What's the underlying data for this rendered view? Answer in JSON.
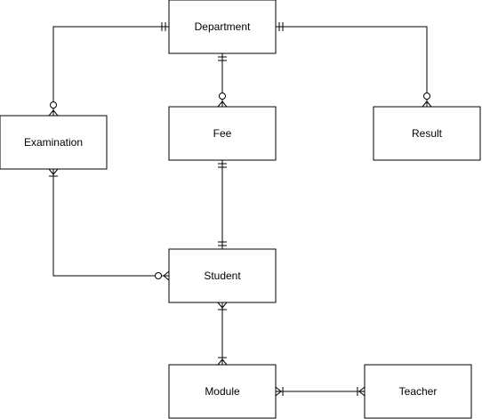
{
  "diagram": {
    "entities": {
      "department": "Department",
      "fee": "Fee",
      "result": "Result",
      "examination": "Examination",
      "student": "Student",
      "module": "Module",
      "teacher": "Teacher"
    },
    "relationships": [
      {
        "from": "Department",
        "to": "Examination",
        "from_cardinality": "one-and-only-one",
        "to_cardinality": "zero-or-many"
      },
      {
        "from": "Department",
        "to": "Fee",
        "from_cardinality": "one-and-only-one",
        "to_cardinality": "zero-or-many"
      },
      {
        "from": "Department",
        "to": "Result",
        "from_cardinality": "one-and-only-one",
        "to_cardinality": "zero-or-many"
      },
      {
        "from": "Fee",
        "to": "Student",
        "from_cardinality": "one-and-only-one",
        "to_cardinality": "one-and-only-one"
      },
      {
        "from": "Examination",
        "to": "Student",
        "from_cardinality": "one-or-many",
        "to_cardinality": "zero-or-many"
      },
      {
        "from": "Student",
        "to": "Module",
        "from_cardinality": "one-or-many",
        "to_cardinality": "one-or-many"
      },
      {
        "from": "Module",
        "to": "Teacher",
        "from_cardinality": "one-or-many",
        "to_cardinality": "one-or-many"
      }
    ],
    "colors": {
      "stroke": "#000000",
      "fill": "#ffffff"
    }
  }
}
